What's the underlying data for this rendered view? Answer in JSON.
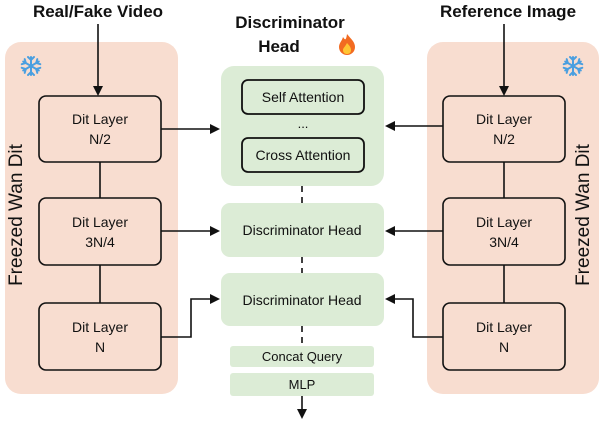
{
  "titles": {
    "left_input": "Real/Fake Video",
    "right_input": "Reference Image",
    "center_line1": "Discriminator",
    "center_line2": "Head"
  },
  "left_panel": {
    "label": "Freezed Wan Dit",
    "layers": [
      {
        "line1": "Dit Layer",
        "line2": "N/2"
      },
      {
        "line1": "Dit Layer",
        "line2": "3N/4"
      },
      {
        "line1": "Dit Layer",
        "line2": "N"
      }
    ]
  },
  "right_panel": {
    "label": "Freezed Wan Dit",
    "layers": [
      {
        "line1": "Dit Layer",
        "line2": "N/2"
      },
      {
        "line1": "Dit Layer",
        "line2": "3N/4"
      },
      {
        "line1": "Dit Layer",
        "line2": "N"
      }
    ]
  },
  "head": {
    "self_attention": "Self Attention",
    "ellipsis": "...",
    "cross_attention": "Cross Attention",
    "discriminator_head_1": "Discriminator Head",
    "discriminator_head_2": "Discriminator Head",
    "concat_query": "Concat Query",
    "mlp": "MLP"
  },
  "icons": {
    "frozen": "snowflake-icon",
    "trainable": "fire-icon"
  },
  "colors": {
    "panel_fill": "#f8ddd0",
    "layer_fill": "#f8ddd0",
    "head_fill": "#dcecd6",
    "snowflake": "#4a9fe0",
    "flame_outer": "#f26b21",
    "flame_inner": "#ffc533"
  }
}
